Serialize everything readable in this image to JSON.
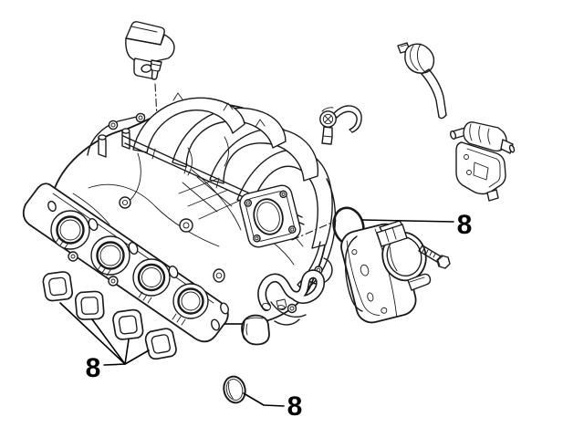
{
  "diagram": {
    "type": "exploded-parts-diagram",
    "subject": "engine-intake-manifold-assembly",
    "background": "#ffffff",
    "line_color": "#1a1a1a",
    "callout_color": "#000000",
    "callouts": [
      {
        "text": "8",
        "points_to": "intake-manifold-gaskets"
      },
      {
        "text": "8",
        "points_to": "throttle-body-o-ring"
      },
      {
        "text": "8",
        "points_to": "outlet-oval-seal"
      }
    ],
    "parts": [
      "map-sensor",
      "intake-manifold",
      "retaining-clip",
      "vacuum-hose",
      "purge-valve",
      "throttle-body-o-ring",
      "throttle-body",
      "mounting-bolt",
      "intake-manifold-gaskets",
      "breather-hose",
      "rubber-elbow",
      "outlet-oval-seal"
    ]
  }
}
